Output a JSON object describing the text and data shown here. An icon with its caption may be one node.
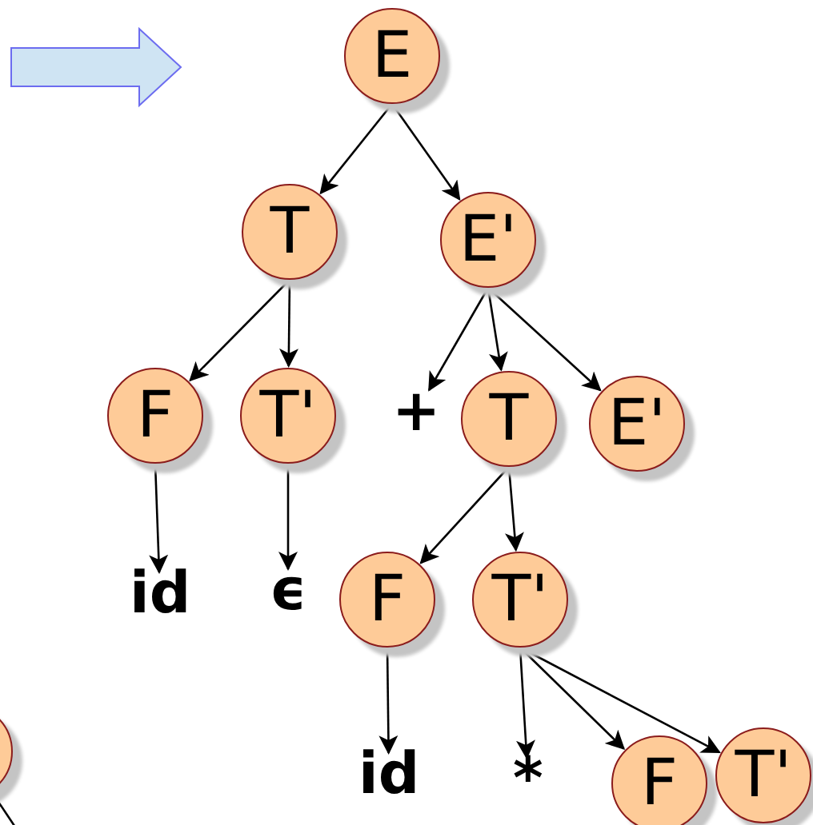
{
  "diagram": {
    "nodes": [
      {
        "text": [
          "E"
        ]
      },
      {
        "text": [
          "T"
        ]
      },
      {
        "text": [
          "E'"
        ]
      },
      {
        "text": [
          "F"
        ]
      },
      {
        "text": [
          "T'"
        ]
      },
      {
        "text": [
          "+"
        ]
      },
      {
        "text": [
          "T"
        ]
      },
      {
        "text": [
          "E'"
        ]
      },
      {
        "text": [
          "id"
        ]
      },
      {
        "text": [
          "ϵ"
        ]
      },
      {
        "text": [
          "F"
        ]
      },
      {
        "text": [
          "T'"
        ]
      },
      {
        "text": [
          "id"
        ]
      },
      {
        "text": [
          "*"
        ]
      },
      {
        "text": [
          "F"
        ]
      },
      {
        "text": [
          "T'"
        ]
      },
      {
        "text": [],
        "shape": "circle"
      }
    ],
    "edges": [
      {
        "from": 0,
        "to": 1,
        "arrow": "to"
      },
      {
        "from": 0,
        "to": 2,
        "arrow": "to"
      },
      {
        "from": 1,
        "to": 3,
        "arrow": "to"
      },
      {
        "from": 1,
        "to": 4,
        "arrow": "to"
      },
      {
        "from": 2,
        "to": 5,
        "arrow": "to"
      },
      {
        "from": 2,
        "to": 6,
        "arrow": "to"
      },
      {
        "from": 2,
        "to": 7,
        "arrow": "to"
      },
      {
        "from": 3,
        "to": 8,
        "arrow": "to"
      },
      {
        "from": 4,
        "to": 9,
        "arrow": "to"
      },
      {
        "from": 6,
        "to": 10,
        "arrow": "to"
      },
      {
        "from": 6,
        "to": 11,
        "arrow": "to"
      },
      {
        "from": 10,
        "to": 12,
        "arrow": "to"
      },
      {
        "from": 11,
        "to": 13,
        "arrow": "to"
      },
      {
        "from": 11,
        "to": 14,
        "arrow": "to"
      },
      {
        "from": 11,
        "to": 15,
        "arrow": "to"
      },
      {
        "from": 16,
        "to": null,
        "arrow": "none"
      }
    ]
  }
}
